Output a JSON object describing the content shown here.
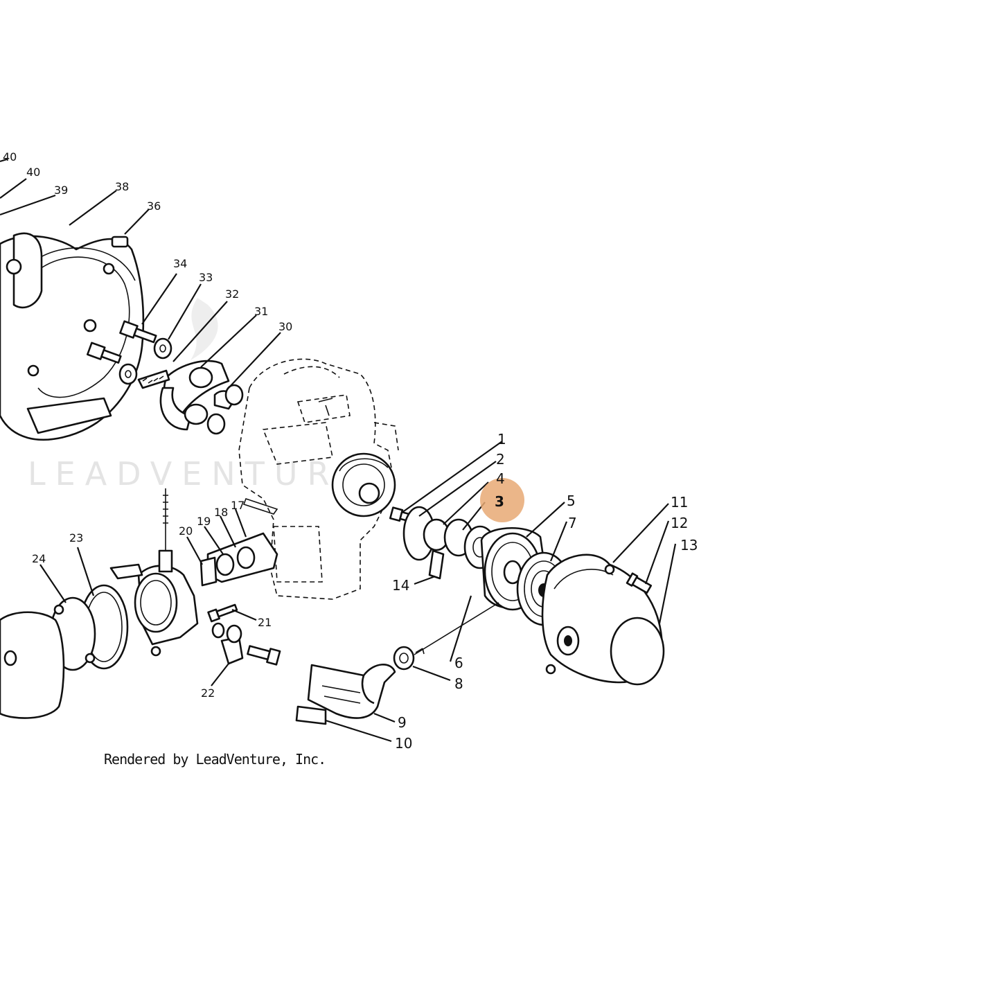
{
  "diagram": {
    "watermark": "LEADVENTURE",
    "credit": "Rendered by LeadVenture, Inc.",
    "highlight_color": "#e8a974",
    "highlighted_callout": "3",
    "callouts": {
      "c1": "1",
      "c2": "2",
      "c3": "3",
      "c4": "4",
      "c5": "5",
      "c6": "6",
      "c7": "7",
      "c8": "8",
      "c9": "9",
      "c10": "10",
      "c11": "11",
      "c12": "12",
      "c13": "13",
      "c14": "14",
      "c17": "17",
      "c18": "18",
      "c19": "19",
      "c20": "20",
      "c21": "21",
      "c22": "22",
      "c23": "23",
      "c24": "24",
      "c30": "30",
      "c31": "31",
      "c32": "32",
      "c33": "33",
      "c34": "34",
      "c36": "36",
      "c38": "38",
      "c39": "39",
      "c40a": "40",
      "c40b": "40"
    }
  }
}
